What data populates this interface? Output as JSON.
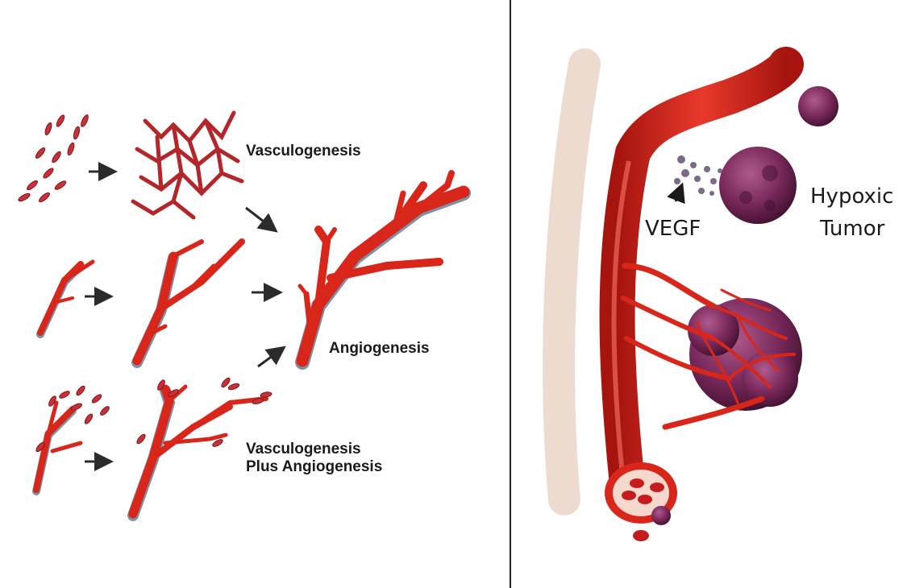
{
  "left_panel": {
    "label_vasculogenesis": "Vasculogenesis",
    "label_angiogenesis": "Angiogenesis",
    "label_combo_line1": "Vasculogenesis",
    "label_combo_line2": "Plus Angiogenesis"
  },
  "right_panel": {
    "label_vegf": "VEGF",
    "label_tumor_line1": "Hypoxic",
    "label_tumor_line2": "Tumor"
  },
  "colors": {
    "vessel": "#d8261b",
    "vessel_dark": "#a5140f",
    "vessel_shadow": "#7d93a6",
    "tumor": "#7a2a5c",
    "tumor_dark": "#3f0f2e",
    "cell": "#c9303a",
    "arrow": "#2b2b2b",
    "divider": "#222222"
  }
}
